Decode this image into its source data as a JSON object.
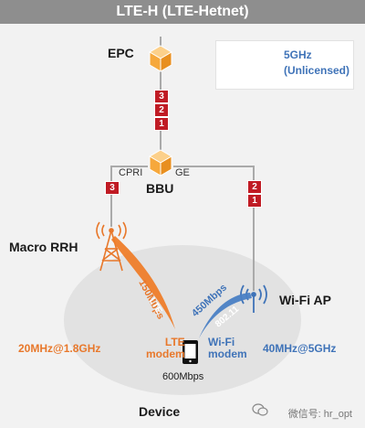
{
  "title": "LTE-H (LTE-Hetnet)",
  "nodes": {
    "epc": "EPC",
    "bbu": "BBU",
    "macro_rrh": "Macro RRH",
    "wifi_ap": "Wi-Fi AP",
    "device": "Device"
  },
  "interfaces": {
    "cpri": "CPRI",
    "ge": "GE"
  },
  "legend": {
    "line1": "5GHz",
    "line2": "(Unlicensed)"
  },
  "badges": {
    "epc_bbu": [
      "3",
      "2",
      "1"
    ],
    "bbu_rrh": [
      "3"
    ],
    "bbu_wifi": [
      "2",
      "1"
    ]
  },
  "links": {
    "lte_rate": "150Mbps",
    "lte_name": "LTE",
    "wifi_rate": "450Mbps",
    "wifi_name": "802.11",
    "device_total": "600Mbps"
  },
  "modems": {
    "lte_line1": "LTE",
    "lte_line2": "modem",
    "wifi_line1": "Wi-Fi",
    "wifi_line2": "modem"
  },
  "bands": {
    "lte": "20MHz@1.8GHz",
    "wifi": "40MHz@5GHz"
  },
  "colors": {
    "lte": "#e8782b",
    "wifi": "#3f73b8",
    "badge": "#c01b24",
    "cube": "#f6a83c",
    "title_bar": "#8e8e8e"
  },
  "watermark": "微信号: hr_opt"
}
